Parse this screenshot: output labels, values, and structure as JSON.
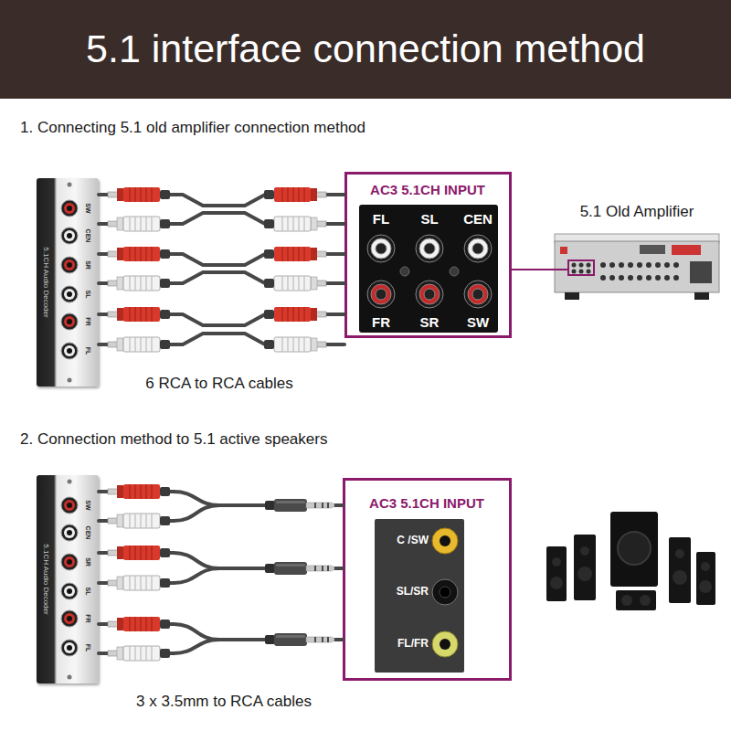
{
  "diagram": {
    "title": "5.1 interface connection method",
    "nodes": [
      {
        "text": [
          "5.1CH Audio Decoder",
          "SW",
          "CEN",
          "SR",
          "SL",
          "FR",
          "FL"
        ]
      },
      {
        "text": [
          "AC3 5.1CH INPUT",
          "FL",
          "SL",
          "CEN",
          "FR",
          "SR",
          "SW"
        ]
      },
      {
        "text": [
          "5.1 Old Amplifier"
        ]
      },
      {
        "text": [
          "5.1CH Audio Decoder",
          "SW",
          "CEN",
          "SR",
          "SL",
          "FR",
          "FL"
        ]
      },
      {
        "text": [
          "AC3 5.1CH INPUT",
          "C /SW",
          "SL/SR",
          "FL/FR"
        ]
      }
    ],
    "edges": [
      {
        "from": 0,
        "to": 1,
        "arrow": "none"
      },
      {
        "from": 0,
        "to": 1,
        "arrow": "none"
      },
      {
        "from": 0,
        "to": 1,
        "arrow": "none"
      },
      {
        "from": 0,
        "to": 1,
        "arrow": "none"
      },
      {
        "from": 0,
        "to": 1,
        "arrow": "none"
      },
      {
        "from": 0,
        "to": 1,
        "arrow": "none"
      },
      {
        "from": 1,
        "to": 2,
        "arrow": "none"
      },
      {
        "from": 3,
        "to": 4,
        "arrow": "none"
      },
      {
        "from": 3,
        "to": 4,
        "arrow": "none"
      },
      {
        "from": 3,
        "to": 4,
        "arrow": "none"
      }
    ],
    "labels": [
      "1. Connecting 5.1 old amplifier connection method",
      "6 RCA to RCA cables",
      "2. Connection method to 5.1 active speakers",
      "3 x 3.5mm to RCA cables"
    ]
  }
}
